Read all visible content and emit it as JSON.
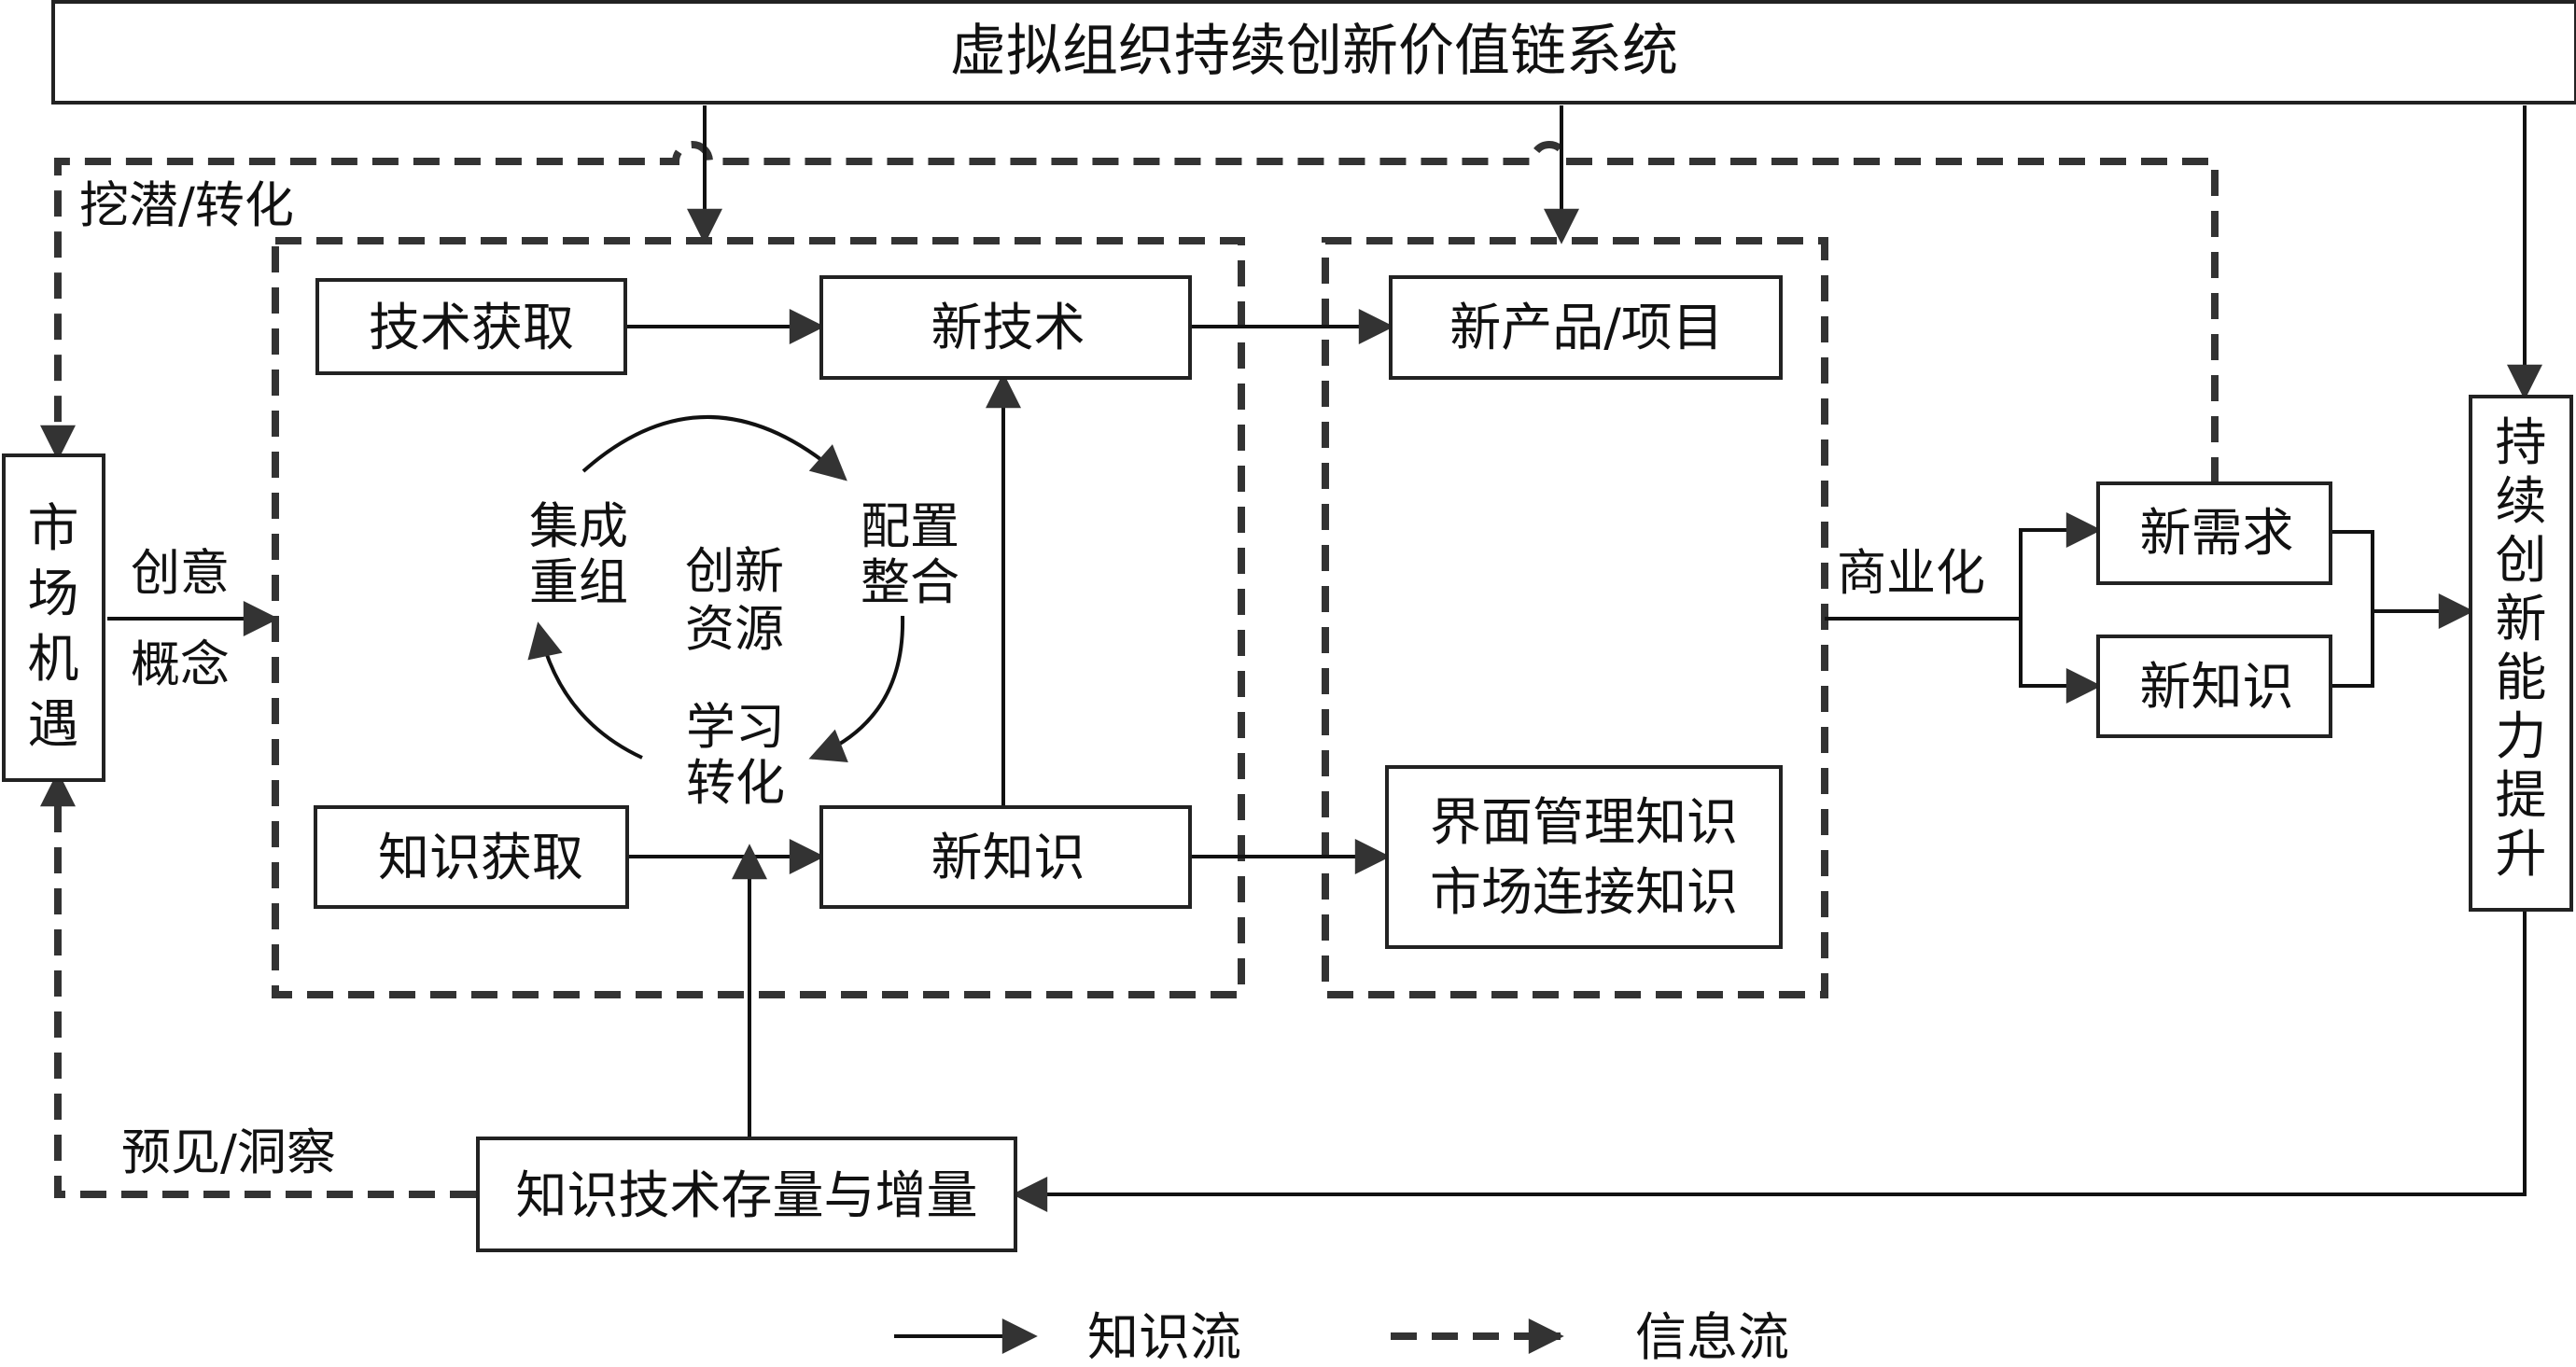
{
  "title": "虚拟组织持续创新价值链系统",
  "mining_label": "挖潜/转化",
  "market_opportunity": [
    "市",
    "场",
    "机",
    "遇"
  ],
  "idea_concept": [
    "创意",
    "概念"
  ],
  "tech_acquisition": "技术获取",
  "new_tech": "新技术",
  "knowledge_acquisition": "知识获取",
  "new_knowledge_center": "新知识",
  "cycle": {
    "integrate": [
      "集成",
      "重组"
    ],
    "configure": [
      "配置",
      "整合"
    ],
    "innovation_resources": [
      "创新",
      "资源"
    ],
    "learn_transform": [
      "学习",
      "转化"
    ]
  },
  "new_product": "新产品/项目",
  "interface_knowledge": [
    "界面管理知识",
    "市场连接知识"
  ],
  "commercialization": "商业化",
  "new_demand": "新需求",
  "new_knowledge_right": "新知识",
  "capability": [
    "持",
    "续",
    "创",
    "新",
    "能",
    "力",
    "提",
    "升"
  ],
  "stock_increment": "知识技术存量与增量",
  "foresight": "预见/洞察",
  "legend": {
    "knowledge_flow": "知识流",
    "information_flow": "信息流"
  }
}
